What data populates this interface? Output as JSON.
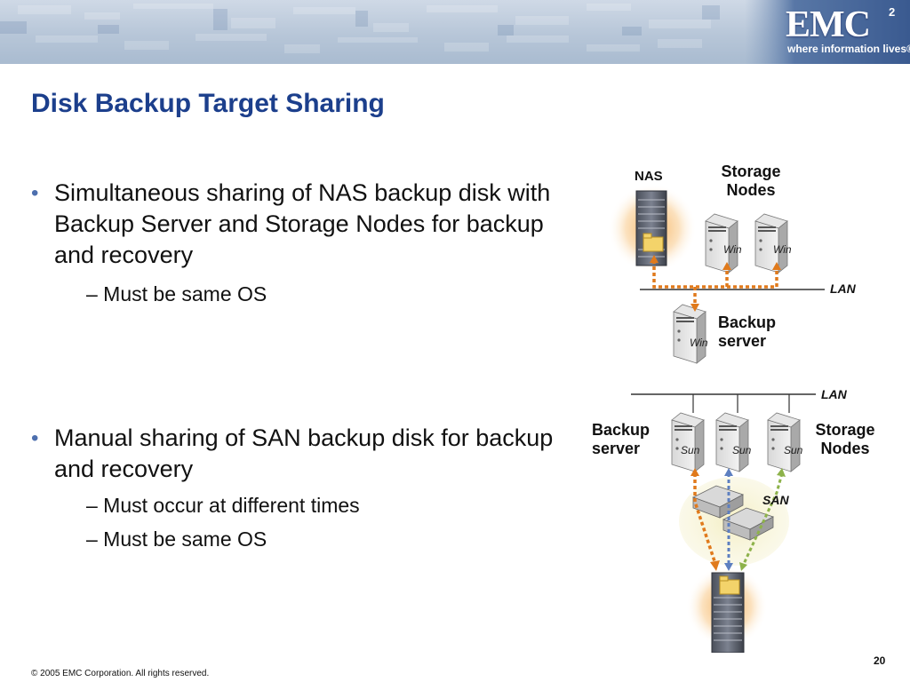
{
  "header": {
    "logo_text": "EMC",
    "logo_superscript": "2",
    "tagline": "where information lives®"
  },
  "title": "Disk Backup Target Sharing",
  "bullets": [
    {
      "text": "Simultaneous sharing of NAS backup disk with Backup Server and Storage Nodes for backup and recovery",
      "subs": [
        "– Must be same OS"
      ]
    },
    {
      "text": "Manual sharing of SAN backup disk for backup and recovery",
      "subs": [
        "– Must occur at different times",
        "– Must be same OS"
      ]
    }
  ],
  "diagram_top": {
    "nas_label": "NAS",
    "storage_nodes_label": "Storage Nodes",
    "lan_label": "LAN",
    "backup_server_label": "Backup server",
    "os_label": "Win"
  },
  "diagram_bottom": {
    "lan_label": "LAN",
    "backup_server_label": "Backup server",
    "storage_nodes_label": "Storage Nodes",
    "san_label": "SAN",
    "os_label": "Sun"
  },
  "colors": {
    "title": "#1c3f8c",
    "bullet": "#4d6fae",
    "orange_path": "#e07a1c",
    "blue_path": "#5d7fc0",
    "green_path": "#8db24a"
  },
  "footer": {
    "copyright": "© 2005 EMC Corporation. All rights reserved.",
    "page_number": "20"
  }
}
